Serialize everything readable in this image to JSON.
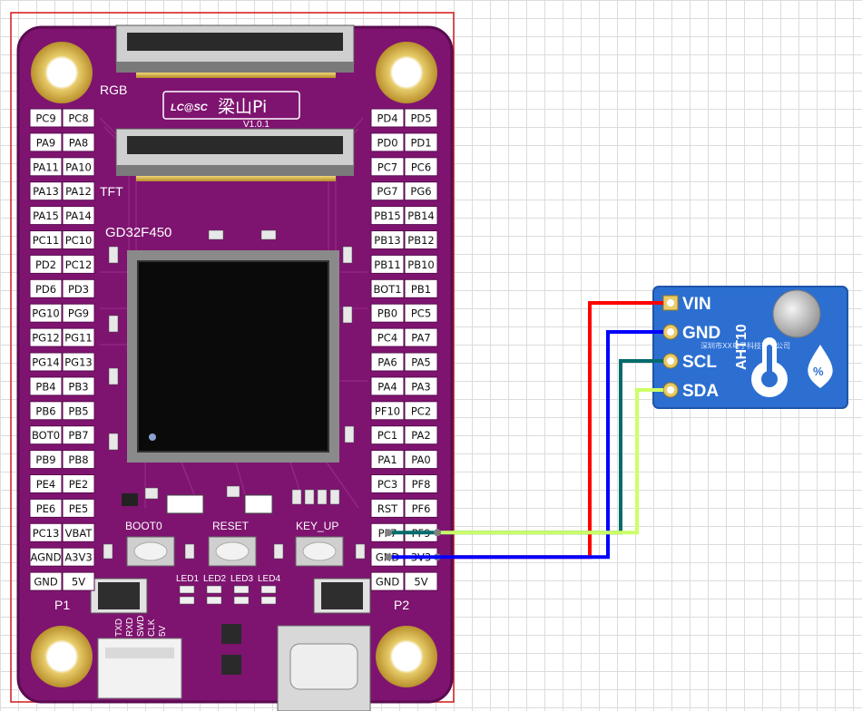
{
  "board": {
    "logo": "LC@SC",
    "brand": "梁山Pi",
    "version": "V1.0.1",
    "mcu": "GD32F450",
    "rgb_label": "RGB",
    "tft_label": "TFT",
    "header_left_label": "P1",
    "header_right_label": "P2",
    "left_pins": [
      [
        "PC9",
        "PC8"
      ],
      [
        "PA9",
        "PA8"
      ],
      [
        "PA11",
        "PA10"
      ],
      [
        "PA13",
        "PA12"
      ],
      [
        "PA15",
        "PA14"
      ],
      [
        "PC11",
        "PC10"
      ],
      [
        "PD2",
        "PC12"
      ],
      [
        "PD6",
        "PD3"
      ],
      [
        "PG10",
        "PG9"
      ],
      [
        "PG12",
        "PG11"
      ],
      [
        "PG14",
        "PG13"
      ],
      [
        "PB4",
        "PB3"
      ],
      [
        "PB6",
        "PB5"
      ],
      [
        "BOT0",
        "PB7"
      ],
      [
        "PB9",
        "PB8"
      ],
      [
        "PE4",
        "PE2"
      ],
      [
        "PE6",
        "PE5"
      ],
      [
        "PC13",
        "VBAT"
      ],
      [
        "AGND",
        "A3V3"
      ],
      [
        "GND",
        "5V"
      ]
    ],
    "right_pins": [
      [
        "PD4",
        "PD5"
      ],
      [
        "PD0",
        "PD1"
      ],
      [
        "PC7",
        "PC6"
      ],
      [
        "PG7",
        "PG6"
      ],
      [
        "PB15",
        "PB14"
      ],
      [
        "PB13",
        "PB12"
      ],
      [
        "PB11",
        "PB10"
      ],
      [
        "BOT1",
        "PB1"
      ],
      [
        "PB0",
        "PC5"
      ],
      [
        "PC4",
        "PA7"
      ],
      [
        "PA6",
        "PA5"
      ],
      [
        "PA4",
        "PA3"
      ],
      [
        "PF10",
        "PC2"
      ],
      [
        "PC1",
        "PA2"
      ],
      [
        "PA1",
        "PA0"
      ],
      [
        "PC3",
        "PF8"
      ],
      [
        "RST",
        "PF6"
      ],
      [
        "PF7",
        "PF9"
      ],
      [
        "GND",
        "3V3"
      ],
      [
        "GND",
        "5V"
      ]
    ],
    "buttons": [
      "BOOT0",
      "RESET",
      "KEY_UP"
    ],
    "leds": [
      "LED1",
      "LED2",
      "LED3",
      "LED4"
    ],
    "debug_labels": [
      "5V",
      "CLK",
      "SWD",
      "RXD",
      "TXD"
    ]
  },
  "sensor": {
    "model": "AHT10",
    "pins": [
      "VIN",
      "GND",
      "SCL",
      "SDA"
    ],
    "maker_text": "深圳市XX电子科技有限公司"
  },
  "wires": [
    {
      "from": "3V3",
      "to": "VIN",
      "color": "#ff0000"
    },
    {
      "from": "GND",
      "to": "GND",
      "color": "#0000ff"
    },
    {
      "from": "PF7",
      "to": "SCL",
      "color": "#006b6b"
    },
    {
      "from": "PF9",
      "to": "SDA",
      "color": "#ccff66"
    }
  ],
  "colors": {
    "pcb": "#7e1470",
    "pcb_edge": "#5a0b50",
    "silk": "#ffffff",
    "gold": "#d9b54a",
    "sensor_board": "#2c6fd1"
  }
}
